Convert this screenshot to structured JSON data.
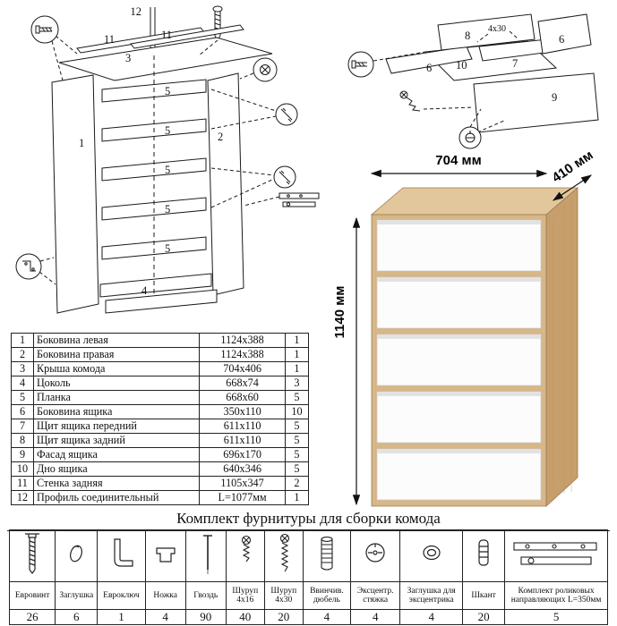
{
  "frame_diagram": {
    "part_labels": [
      "12",
      "11",
      "11",
      "3",
      "1",
      "2",
      "5",
      "5",
      "5",
      "5",
      "5",
      "4"
    ]
  },
  "drawer_diagram": {
    "part_labels": [
      "8",
      "6",
      "6",
      "7",
      "10",
      "9"
    ],
    "screw_note": "4x30"
  },
  "render": {
    "width_label": "704 мм",
    "depth_label": "410 мм",
    "height_label": "1140 мм"
  },
  "parts_table": {
    "rows": [
      {
        "num": "1",
        "name": "Боковина левая",
        "size": "1124x388",
        "qty": "1"
      },
      {
        "num": "2",
        "name": "Боковина правая",
        "size": "1124x388",
        "qty": "1"
      },
      {
        "num": "3",
        "name": "Крыша комода",
        "size": "704x406",
        "qty": "1"
      },
      {
        "num": "4",
        "name": "Цоколь",
        "size": "668x74",
        "qty": "3"
      },
      {
        "num": "5",
        "name": "Планка",
        "size": "668x60",
        "qty": "5"
      },
      {
        "num": "6",
        "name": "Боковина ящика",
        "size": "350x110",
        "qty": "10"
      },
      {
        "num": "7",
        "name": "Щит ящика передний",
        "size": "611x110",
        "qty": "5"
      },
      {
        "num": "8",
        "name": "Щит ящика задний",
        "size": "611x110",
        "qty": "5"
      },
      {
        "num": "9",
        "name": "Фасад ящика",
        "size": "696x170",
        "qty": "5"
      },
      {
        "num": "10",
        "name": "Дно ящика",
        "size": "640x346",
        "qty": "5"
      },
      {
        "num": "11",
        "name": "Стенка задняя",
        "size": "1105x347",
        "qty": "2"
      },
      {
        "num": "12",
        "name": "Профиль соединительный",
        "size": "L=1077мм",
        "qty": "1"
      }
    ]
  },
  "hardware": {
    "title": "Комплект фурнитуры для сборки комода",
    "items": [
      {
        "name": "Евровинт",
        "qty": "26",
        "icon": "euroscrew-icon"
      },
      {
        "name": "Заглушка",
        "qty": "6",
        "icon": "plug-icon"
      },
      {
        "name": "Евроключ",
        "qty": "1",
        "icon": "hex-key-icon"
      },
      {
        "name": "Ножка",
        "qty": "4",
        "icon": "foot-icon"
      },
      {
        "name": "Гвоздь",
        "qty": "90",
        "icon": "nail-icon"
      },
      {
        "name": "Шуруп 4х16",
        "qty": "40",
        "icon": "screw-short-icon"
      },
      {
        "name": "Шуруп 4х30",
        "qty": "20",
        "icon": "screw-long-icon"
      },
      {
        "name": "Ввинчив. дюбель",
        "qty": "4",
        "icon": "screw-in-dowel-icon"
      },
      {
        "name": "Эксцентр. стяжка",
        "qty": "4",
        "icon": "cam-lock-icon"
      },
      {
        "name": "Заглушка для эксцентрика",
        "qty": "4",
        "icon": "cam-cap-icon"
      },
      {
        "name": "Шкант",
        "qty": "20",
        "icon": "wood-dowel-icon"
      },
      {
        "name": "Комплект роликовых направляющих L=350мм",
        "qty": "5",
        "icon": "drawer-slide-icon"
      }
    ]
  },
  "colors": {
    "wood_front": "#d7b688",
    "wood_side": "#c79f6c",
    "wood_top": "#e3c79c",
    "drawer": "#fcfcfc",
    "line": "#1a1a1a"
  }
}
